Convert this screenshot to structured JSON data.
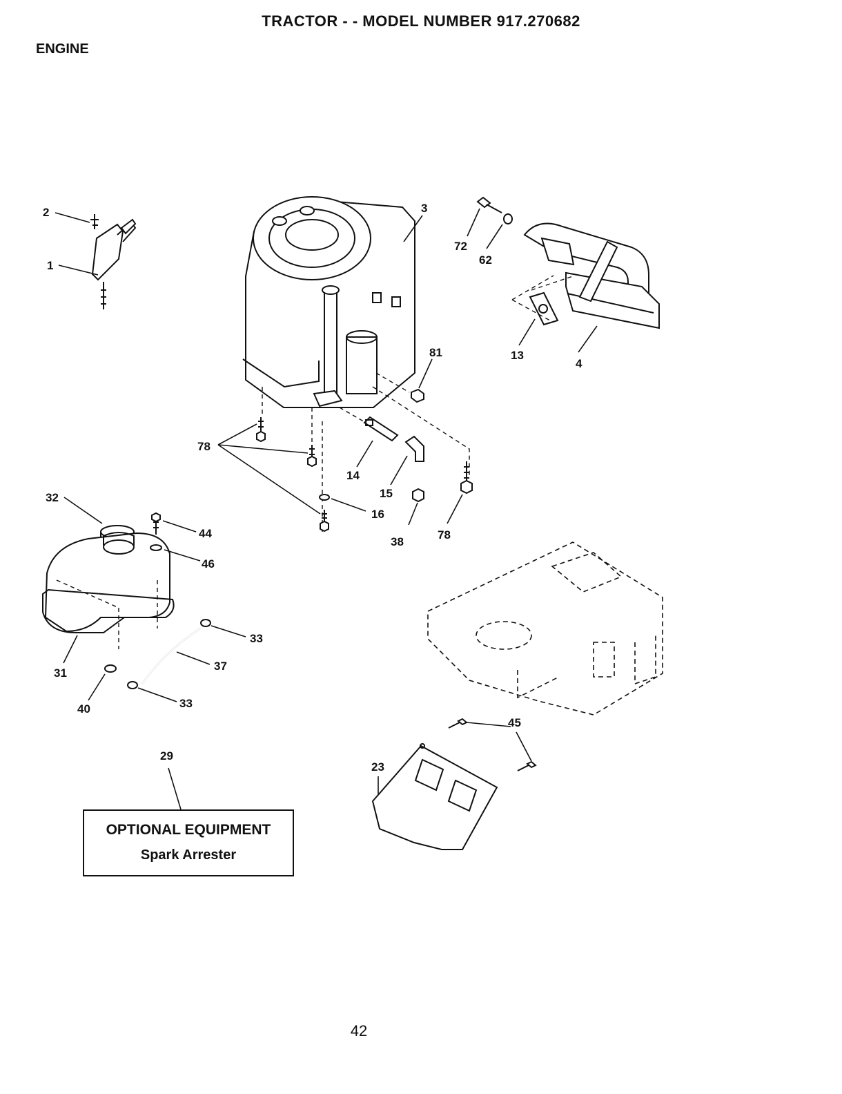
{
  "header": {
    "title": "TRACTOR - - MODEL NUMBER 917.270682",
    "section": "ENGINE"
  },
  "callouts": {
    "c1": "1",
    "c2": "2",
    "c3": "3",
    "c4": "4",
    "c13": "13",
    "c14": "14",
    "c15": "15",
    "c16": "16",
    "c23": "23",
    "c29": "29",
    "c31": "31",
    "c32": "32",
    "c33a": "33",
    "c33b": "33",
    "c37": "37",
    "c38": "38",
    "c40": "40",
    "c44": "44",
    "c45": "45",
    "c46": "46",
    "c62": "62",
    "c72": "72",
    "c78a": "78",
    "c78b": "78",
    "c81": "81"
  },
  "optional_box": {
    "title": "OPTIONAL EQUIPMENT",
    "subtitle": "Spark Arrester"
  },
  "footer": {
    "page_number": "42"
  }
}
